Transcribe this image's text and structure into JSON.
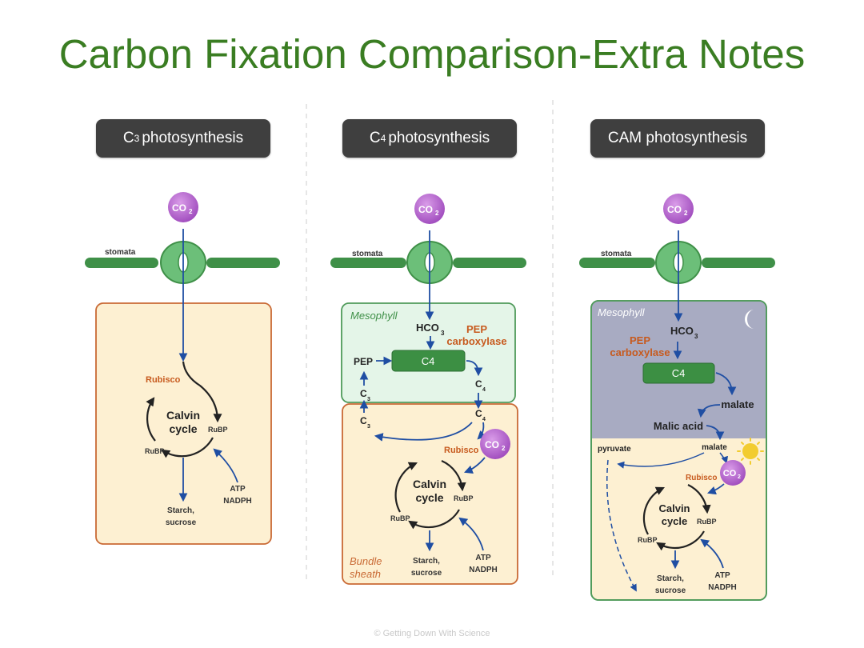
{
  "title": "Carbon Fixation Comparison-Extra Notes",
  "footer": "© Getting Down With Science",
  "panels": {
    "c3": {
      "heading_main": "C",
      "heading_sub": "3",
      "heading_rest": "photosynthesis",
      "co2": "CO",
      "co2_sub": "2",
      "stomata": "stomata",
      "rubisco": "Rubisco",
      "calvin_1": "Calvin",
      "calvin_2": "cycle",
      "rubp_right": "RuBP",
      "rubp_left": "RuBP",
      "starch_1": "Starch,",
      "starch_2": "sucrose",
      "atp": "ATP",
      "nadph": "NADPH"
    },
    "c4": {
      "heading_main": "C",
      "heading_sub": "4",
      "heading_rest": "photosynthesis",
      "co2": "CO",
      "co2_sub": "2",
      "stomata": "stomata",
      "mesophyll": "Mesophyll",
      "hco3": "HCO",
      "hco3_sub": "3",
      "pep_carboxylase_1": "PEP",
      "pep_carboxylase_2": "carboxylase",
      "pep": "PEP",
      "c4_box": "C4",
      "c_letter": "C",
      "sub_3": "3",
      "sub_4": "4",
      "rubisco": "Rubisco",
      "calvin_1": "Calvin",
      "calvin_2": "cycle",
      "rubp_right": "RuBP",
      "rubp_left": "RuBP",
      "starch_1": "Starch,",
      "starch_2": "sucrose",
      "atp": "ATP",
      "nadph": "NADPH",
      "bundle_1": "Bundle",
      "bundle_2": "sheath"
    },
    "cam": {
      "heading": "CAM photosynthesis",
      "co2": "CO",
      "co2_sub": "2",
      "stomata": "stomata",
      "mesophyll": "Mesophyll",
      "hco3": "HCO",
      "hco3_sub": "3",
      "pep_carboxylase_1": "PEP",
      "pep_carboxylase_2": "carboxylase",
      "c4_box": "C4",
      "malate_top": "malate",
      "malic_acid": "Malic acid",
      "pyruvate": "pyruvate",
      "malate_bottom": "malate",
      "rubisco": "Rubisco",
      "calvin_1": "Calvin",
      "calvin_2": "cycle",
      "rubp_right": "RuBP",
      "rubp_left": "RuBP",
      "starch_1": "Starch,",
      "starch_2": "sucrose",
      "atp": "ATP",
      "nadph": "NADPH"
    }
  },
  "colors": {
    "title_green": "#3a7d22",
    "rubisco_orange": "#c75a1e",
    "arrow_blue": "#1f4ea3",
    "co2_purple": "#b565cc",
    "mesophyll_green": "#e4f5e8",
    "cell_cream": "#fdf0d2",
    "night_gray": "#a8abc2"
  }
}
